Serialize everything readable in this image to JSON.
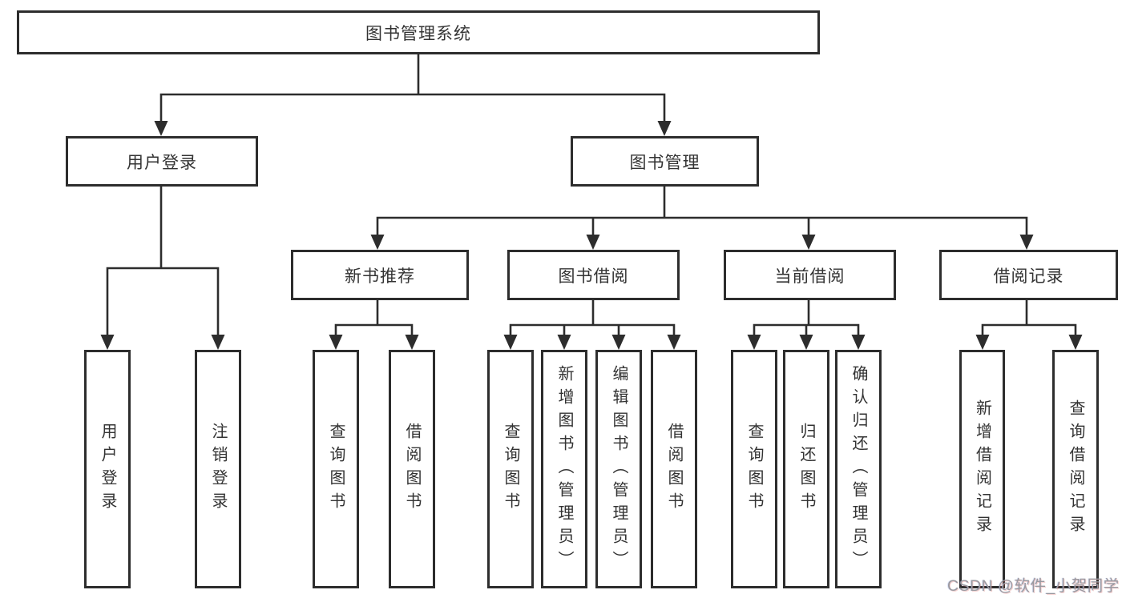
{
  "tree": {
    "label": "图书管理系统",
    "children": [
      {
        "label": "用户登录",
        "children": [
          {
            "label": "用户登录"
          },
          {
            "label": "注销登录"
          }
        ]
      },
      {
        "label": "图书管理",
        "children": [
          {
            "label": "新书推荐",
            "children": [
              {
                "label": "查询图书"
              },
              {
                "label": "借阅图书"
              }
            ]
          },
          {
            "label": "图书借阅",
            "children": [
              {
                "label": "查询图书"
              },
              {
                "label": "新增图书（管理员）"
              },
              {
                "label": "编辑图书（管理员）"
              },
              {
                "label": "借阅图书"
              }
            ]
          },
          {
            "label": "当前借阅",
            "children": [
              {
                "label": "查询图书"
              },
              {
                "label": "归还图书"
              },
              {
                "label": "确认归还（管理员）"
              }
            ]
          },
          {
            "label": "借阅记录",
            "children": [
              {
                "label": "新增借阅记录"
              },
              {
                "label": "查询借阅记录"
              }
            ]
          }
        ]
      }
    ]
  },
  "watermark": {
    "text": "CSDN @软件_小贺同学"
  },
  "colors": {
    "line": "#2d2d2d",
    "text": "#333333",
    "watermark": "#9a9aa0"
  }
}
